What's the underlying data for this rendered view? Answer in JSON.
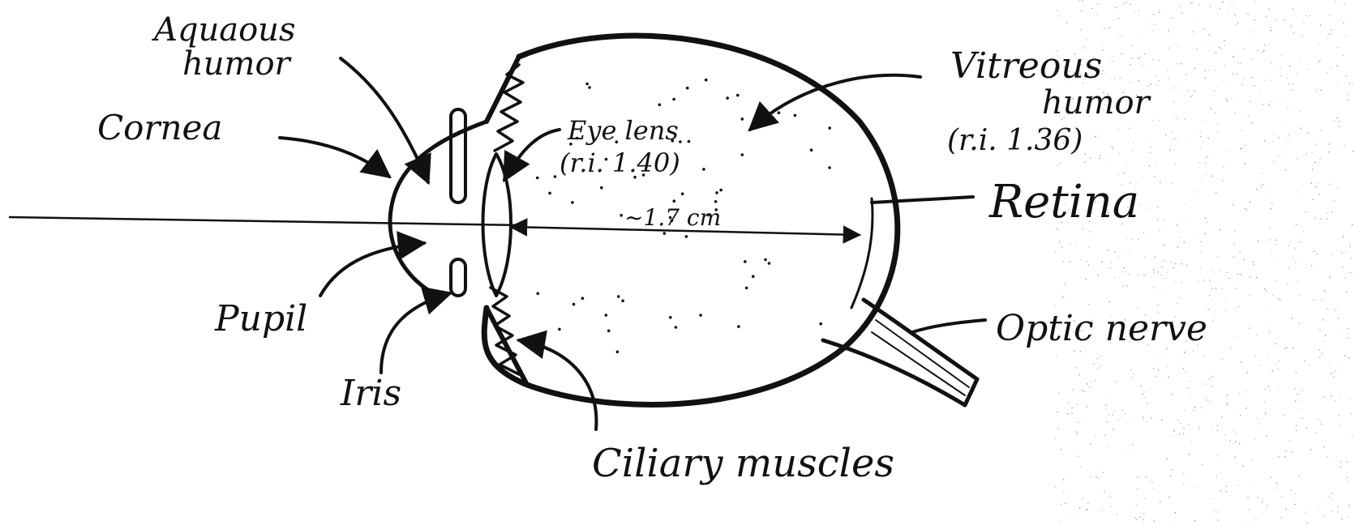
{
  "labels": {
    "aqueous_humor_1": "Aquaous",
    "aqueous_humor_2": "humor",
    "cornea": "Cornea",
    "eye_lens": "Eye lens",
    "eye_lens_ri": "(r.i. 1.40)",
    "vitreous_humor_1": "Vitreous",
    "vitreous_humor_2": "humor",
    "vitreous_humor_ri": "(r.i. 1.36)",
    "retina": "Retina",
    "distance": "~1.7 cm",
    "pupil": "Pupil",
    "iris": "Iris",
    "optic_nerve": "Optic nerve",
    "ciliary_muscles": "Ciliary muscles"
  },
  "colors": {
    "ink": "#111111",
    "paper": "#ffffff",
    "speckle": "#7a7a7a"
  }
}
